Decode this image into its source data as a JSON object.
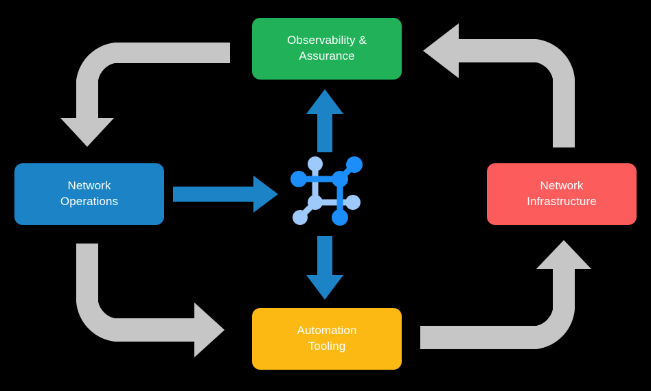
{
  "diagram": {
    "title": "Network automation lifecycle cycle diagram",
    "background_color": "#000000",
    "center_icon_name": "network-topology-icon",
    "nodes": [
      {
        "id": "observability-assurance",
        "label": "Observability &\nAssurance",
        "color": "#21b259",
        "position": "top"
      },
      {
        "id": "network-operations",
        "label": "Network\nOperations",
        "color": "#1b83c6",
        "position": "left"
      },
      {
        "id": "network-infrastructure",
        "label": "Network\nInfrastructure",
        "color": "#fc5c5c",
        "position": "right"
      },
      {
        "id": "automation-tooling",
        "label": "Automation\nTooling",
        "color": "#fdb913",
        "position": "bottom"
      }
    ],
    "connectors": {
      "accent_blue": "#1b83c6",
      "cycle_gray": "#c6c6c6",
      "icon_blue_dark": "#1c8ef9",
      "icon_blue_light": "#9ec9fb",
      "blue_arrows": [
        {
          "id": "center-to-observability",
          "direction": "up"
        },
        {
          "id": "network-operations-to-center",
          "direction": "right"
        },
        {
          "id": "center-to-automation-tooling",
          "direction": "down"
        }
      ],
      "gray_arrows": [
        {
          "id": "observability-to-network-operations",
          "direction": "left-then-down"
        },
        {
          "id": "network-operations-to-automation-tooling",
          "direction": "down-then-right"
        },
        {
          "id": "automation-tooling-to-network-infrastructure",
          "direction": "right-then-up"
        },
        {
          "id": "network-infrastructure-to-observability",
          "direction": "up-then-left"
        }
      ]
    }
  }
}
